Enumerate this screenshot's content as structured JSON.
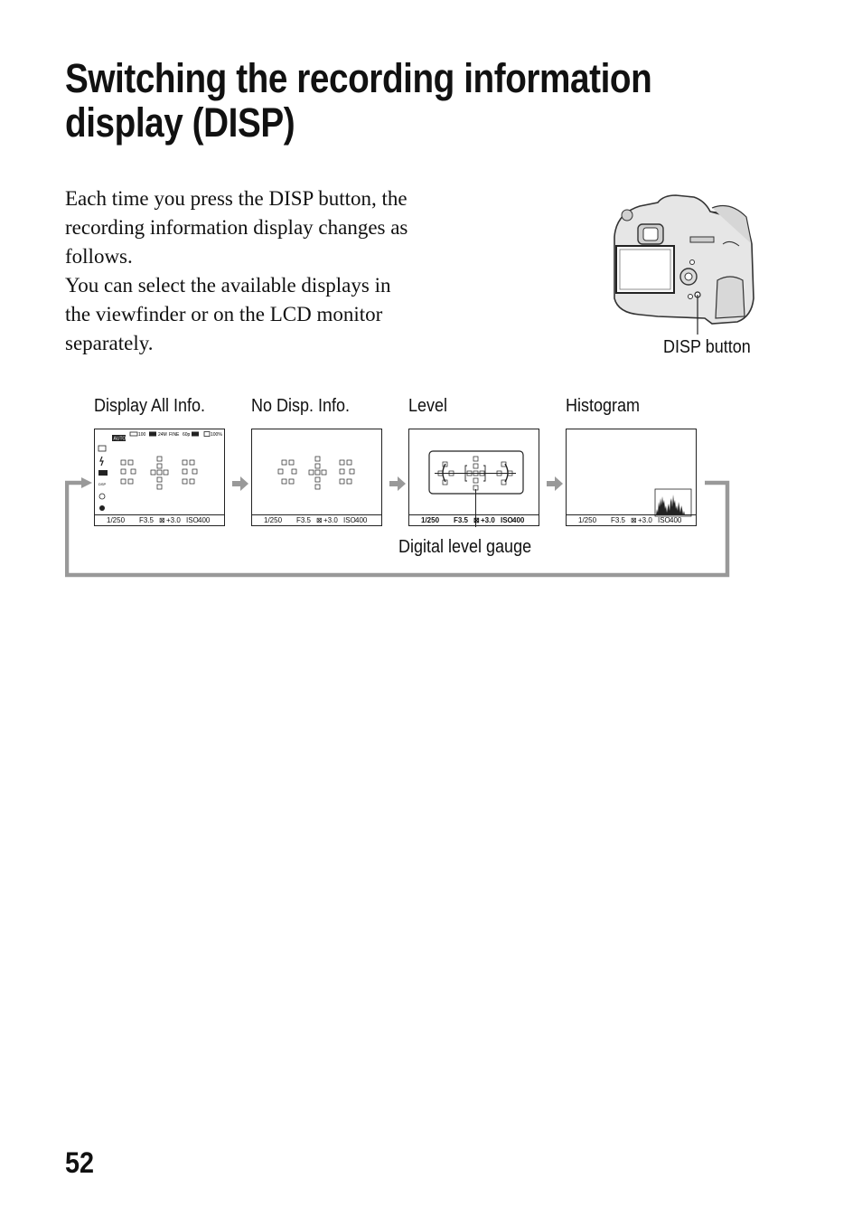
{
  "title": {
    "line1": "Switching the recording information",
    "line2": "display (DISP)"
  },
  "body": {
    "p1_l1": "Each time you press the DISP button, the",
    "p1_l2": "recording information display changes as",
    "p1_l3": "follows.",
    "p2_l1": "You can select the available displays in",
    "p2_l2": "the viewfinder or on the LCD monitor",
    "p2_l3": "separately."
  },
  "camera": {
    "callout": "DISP button"
  },
  "modes": [
    {
      "label": "Display All Info."
    },
    {
      "label": "No Disp. Info."
    },
    {
      "label": "Level"
    },
    {
      "label": "Histogram"
    }
  ],
  "status": {
    "shutter": "1/250",
    "aperture": "F3.5",
    "exposure": "+3.0",
    "iso_label": "ISO",
    "iso_value": "400"
  },
  "all_info": {
    "auto": "AUTO",
    "shots": "100",
    "size": "24M",
    "quality": "FINE",
    "fps": "60p",
    "battery": "100%"
  },
  "callouts": {
    "level_gauge": "Digital level gauge"
  },
  "page_number": "52"
}
